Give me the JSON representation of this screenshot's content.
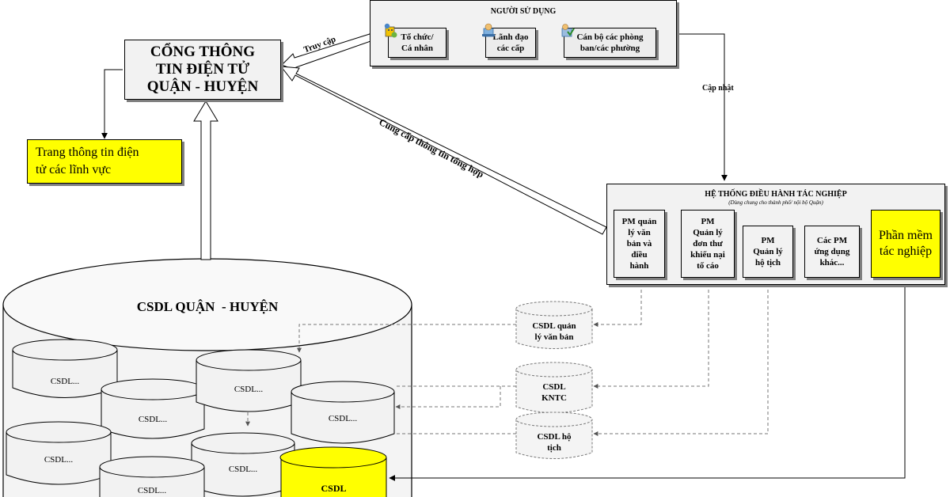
{
  "portal": {
    "line1": "CỔNG THÔNG",
    "line2": "TIN ĐIỆN TỬ",
    "line3": "QUẬN - HUYỆN"
  },
  "info_page": {
    "line1": "Trang thông tin điện",
    "line2": "tử các lĩnh vực"
  },
  "users": {
    "title": "NGƯỜI SỬ DỤNG",
    "items": [
      {
        "line1": "Tổ chức/",
        "line2": "Cá nhân",
        "icon": "org-icon"
      },
      {
        "line1": "Lãnh đạo",
        "line2": "các cấp",
        "icon": "leader-icon"
      },
      {
        "line1": "Cán bộ các phòng",
        "line2": "ban/các phường",
        "icon": "staff-icon"
      }
    ]
  },
  "edges": {
    "access": "Truy cập",
    "update": "Cập nhật",
    "summary": "Cung cấp thông tin tổng hợp"
  },
  "ops": {
    "title": "HỆ THỐNG ĐIỀU HÀNH TÁC NGHIỆP",
    "subtitle": "(Dùng chung cho thành phố/ nội bộ Quận)",
    "modules": [
      [
        "PM quản",
        "lý văn",
        "bản và",
        "điều",
        "hành"
      ],
      [
        "PM",
        "Quản lý",
        "đơn thư",
        "khiếu nại",
        "tố cáo"
      ],
      [
        "PM",
        "Quản lý",
        "hộ tịch"
      ],
      [
        "Các PM",
        "ứng dụng",
        "khác..."
      ]
    ],
    "specialized": {
      "line1": "Phần mềm",
      "line2": "tác nghiệp"
    }
  },
  "db_main": {
    "title": "CSDL QUẬN  - HUYỆN",
    "sub_label": "CSDL...",
    "highlight": "CSDL"
  },
  "ext_dbs": [
    {
      "line1": "CSDL quản",
      "line2": "lý văn bản"
    },
    {
      "line1": "CSDL",
      "line2": "KNTC"
    },
    {
      "line1": "CSDL hộ",
      "line2": "tịch"
    }
  ],
  "colors": {
    "highlight": "#ffff00",
    "box_fill": "#f2f2f2",
    "stroke": "#000000",
    "shadow": "#7f7f7f"
  }
}
